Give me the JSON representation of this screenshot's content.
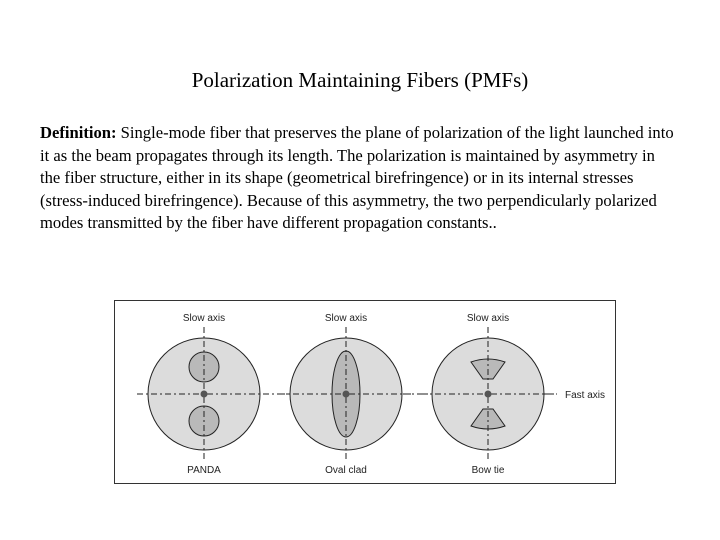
{
  "title": "Polarization Maintaining Fibers (PMFs)",
  "definition": {
    "term": "Definition:",
    "text": " Single-mode fiber that preserves the plane of polarization of the light launched into it as the beam propagates through its length. The polarization is maintained by asymmetry in the fiber structure, either in its shape (geometrical birefringence) or in its internal stresses (stress-induced birefringence). Because of this asymmetry, the two perpendicularly polarized modes transmitted by the fiber have different propagation constants.."
  },
  "figure": {
    "fibers": [
      {
        "top_label": "Slow axis",
        "bottom_label": "PANDA"
      },
      {
        "top_label": "Slow axis",
        "bottom_label": "Oval clad"
      },
      {
        "top_label": "Slow axis",
        "bottom_label": "Bow tie"
      }
    ],
    "side_label": "Fast axis",
    "colors": {
      "cladding": "#dcdcdc",
      "stress": "#b9b9b9",
      "line": "#222222"
    }
  }
}
